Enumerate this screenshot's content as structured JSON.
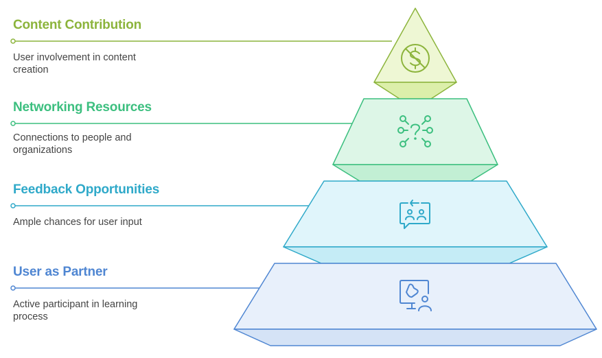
{
  "tiers": [
    {
      "title": "Content Contribution",
      "description": "User involvement in content creation",
      "icon": "dollar-off-icon",
      "stroke": "#8cb43c",
      "fill": "#eef7d4",
      "fill_dark": "#dcefaa",
      "title_color": "#8cb43c"
    },
    {
      "title": "Networking Resources",
      "description": "Connections to people and organizations",
      "icon": "network-question-icon",
      "stroke": "#3cbf7f",
      "fill": "#ddf6e7",
      "fill_dark": "#c2efd4",
      "title_color": "#3cbf7f"
    },
    {
      "title": "Feedback Opportunities",
      "description": "Ample chances for user input",
      "icon": "feedback-chat-icon",
      "stroke": "#2fa9c9",
      "fill": "#e0f5fb",
      "fill_dark": "#c5ecf6",
      "title_color": "#2fa9c9"
    },
    {
      "title": "User as Partner",
      "description": "Active participant in learning process",
      "icon": "presenter-screen-icon",
      "stroke": "#4f86d2",
      "fill": "#e8f0fb",
      "fill_dark": "#d5e3f6",
      "title_color": "#4f86d2"
    }
  ]
}
